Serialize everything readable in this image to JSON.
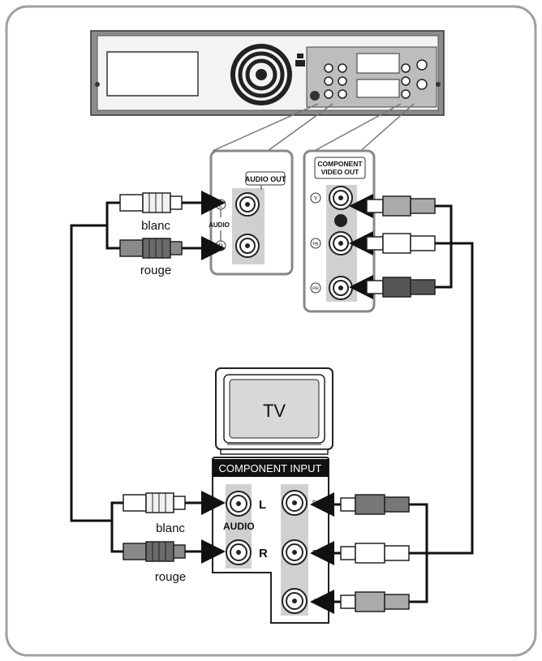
{
  "tv": {
    "label": "TV"
  },
  "recorder": {
    "audio_out": {
      "title": "AUDIO OUT",
      "group_label": "AUDIO",
      "jack_L": "L",
      "jack_R": "R"
    },
    "component_out": {
      "title_line1": "COMPONENT",
      "title_line2": "VIDEO OUT",
      "jack_Y": "Y",
      "jack_Pb": "PB",
      "jack_Pr": "PR"
    }
  },
  "tv_panel": {
    "title": "COMPONENT INPUT",
    "audio_label": "AUDIO",
    "jack_L": "L",
    "jack_R": "R",
    "jack_Pr": "PR",
    "jack_Pb": "PB",
    "jack_Y": "Y"
  },
  "cables": {
    "top_white": "blanc",
    "top_red": "rouge",
    "bottom_white": "blanc",
    "bottom_red": "rouge"
  },
  "colors": {
    "white_plug": "#f2f2f2",
    "red_plug": "#6a6a6a",
    "frame": "#9a9a9a"
  }
}
